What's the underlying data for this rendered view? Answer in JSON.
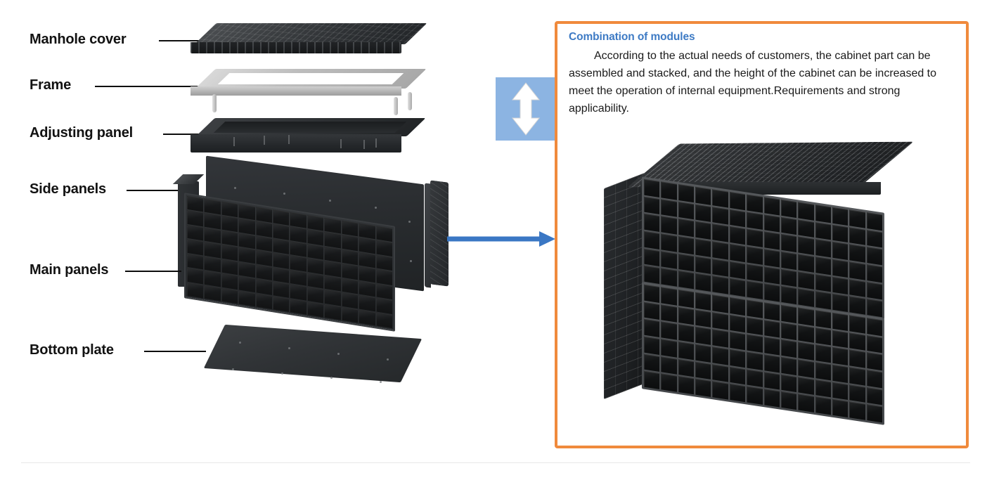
{
  "diagram": {
    "labels": [
      {
        "id": "manhole-cover",
        "text": "Manhole cover"
      },
      {
        "id": "frame",
        "text": "Frame"
      },
      {
        "id": "adjusting-panel",
        "text": "Adjusting panel"
      },
      {
        "id": "side-panels",
        "text": "Side panels"
      },
      {
        "id": "main-panels",
        "text": "Main panels"
      },
      {
        "id": "bottom-plate",
        "text": "Bottom plate"
      }
    ]
  },
  "callout": {
    "title": "Combination of modules",
    "body": "According to the actual needs of customers, the cabinet part can be assembled and stacked, and the height of the cabinet can be increased to meet the operation of internal equipment.Requirements and strong applicability.",
    "border_color": "#f08a3c",
    "title_color": "#3d7ac4"
  },
  "icons": {
    "resize_vertical": "resize-vertical-arrow-icon",
    "connector_arrow": "arrow-right-icon"
  },
  "colors": {
    "accent_orange": "#f08a3c",
    "accent_blue": "#3d7ac4",
    "icon_blue_bg": "#8cb4e2",
    "connector_blue": "#3a77c4",
    "part_dark": "#2a2d30",
    "part_metal": "#bdbdbd"
  }
}
